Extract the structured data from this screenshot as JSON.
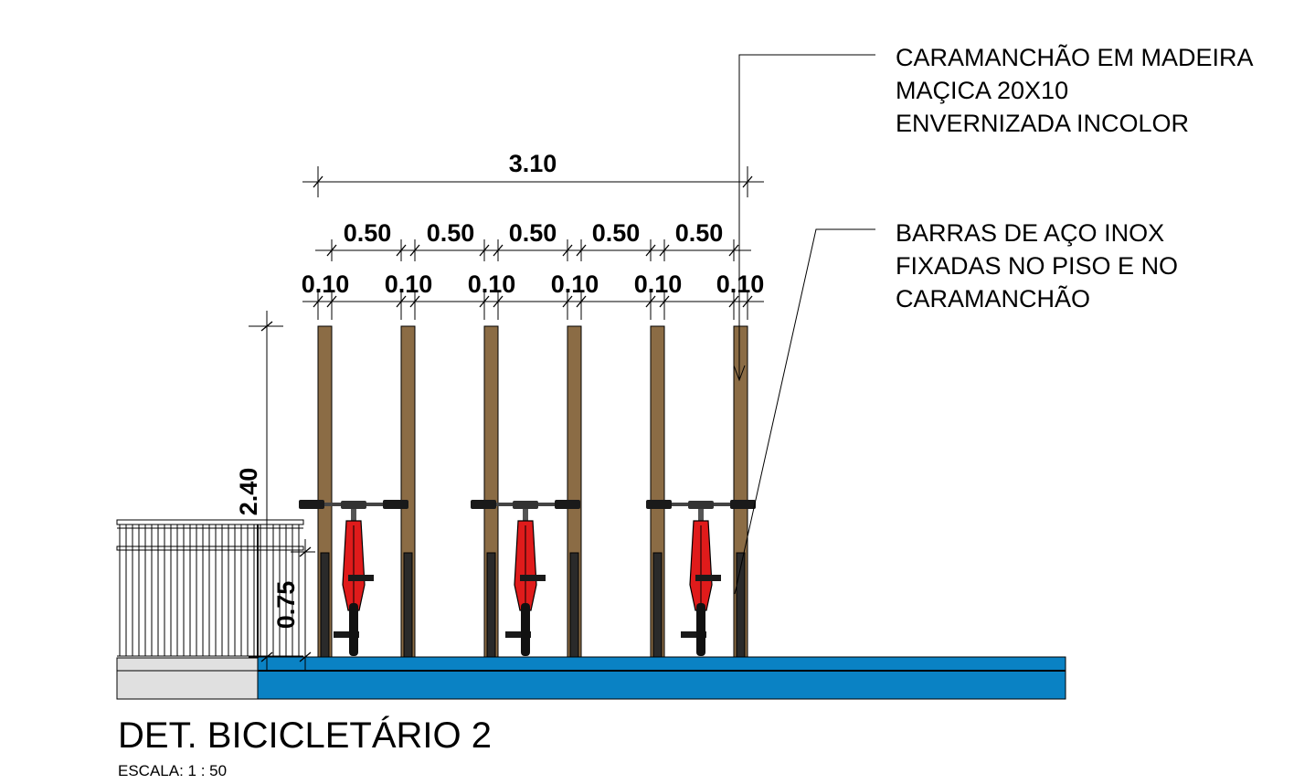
{
  "dimensions": {
    "overall_width": "3.10",
    "bay_widths": [
      "0.50",
      "0.50",
      "0.50",
      "0.50",
      "0.50"
    ],
    "post_widths": [
      "0.10",
      "0.10",
      "0.10",
      "0.10",
      "0.10",
      "0.10"
    ],
    "height_total": "2.40",
    "height_rail": "0.75"
  },
  "notes": {
    "pergola": [
      "CARAMANCHÃO EM MADEIRA",
      "MAÇICA 20X10",
      "ENVERNIZADA INCOLOR"
    ],
    "bars": [
      "BARRAS DE AÇO INOX",
      "FIXADAS NO PISO E NO",
      "CARAMANCHÃO"
    ]
  },
  "title": "DET. BICICLETÁRIO 2",
  "scale": "ESCALA:  1 : 50",
  "colors": {
    "wood": "#8b6c45",
    "floor": "#0a82c4",
    "bike_frame": "#e01b1b",
    "steel": "#1a1a1a",
    "sidewalk": "#e0e0e0"
  }
}
